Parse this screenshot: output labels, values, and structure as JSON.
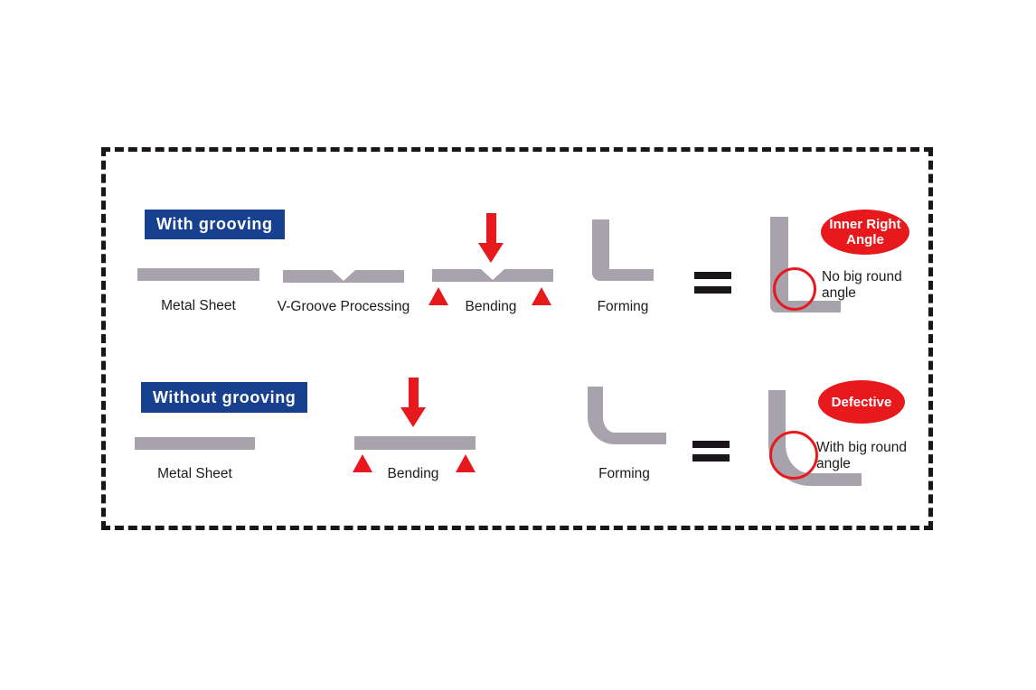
{
  "colors": {
    "gray": "#a7a2ab",
    "red": "#e8191d",
    "blue": "#17418f",
    "ink": "#1a1519",
    "text": "#1c1c1c"
  },
  "rows": [
    {
      "badge": "With grooving",
      "steps": [
        {
          "label": "Metal Sheet"
        },
        {
          "label": "V-Groove Processing"
        },
        {
          "label": "Bending"
        },
        {
          "label": "Forming"
        }
      ],
      "result": {
        "badge": "Inner Right Angle",
        "note": "No big round angle"
      }
    },
    {
      "badge": "Without grooving",
      "steps": [
        {
          "label": "Metal Sheet"
        },
        {
          "label": "Bending"
        },
        {
          "label": "Forming"
        }
      ],
      "result": {
        "badge": "Defective",
        "note": "With big round angle"
      }
    }
  ],
  "icons": {
    "equals": "equals-sign",
    "press_arrow": "red-down-arrow",
    "support": "red-up-triangle",
    "corner_highlight": "red-circle-outline"
  }
}
